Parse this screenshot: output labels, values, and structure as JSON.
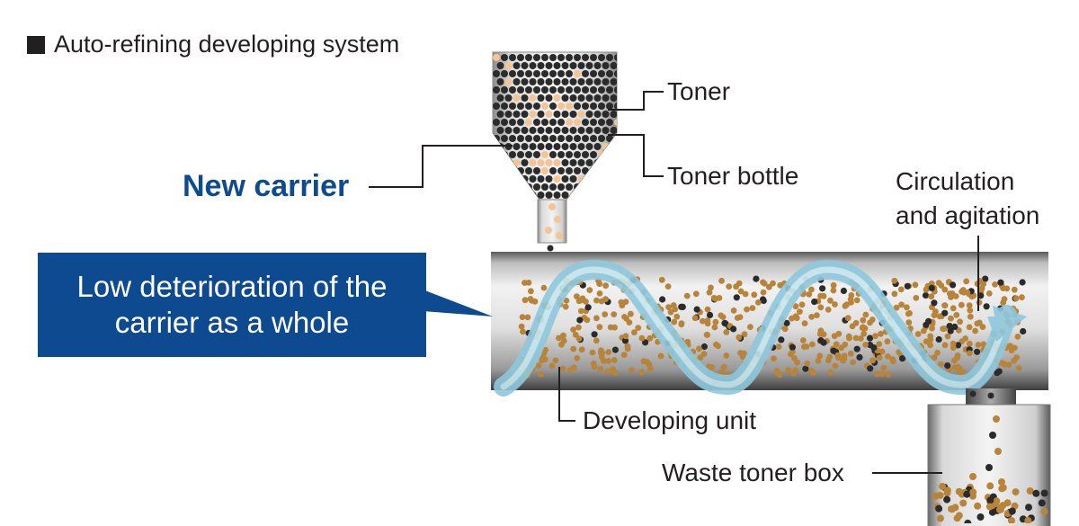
{
  "title": "Auto-refining developing system",
  "labels": {
    "toner": "Toner",
    "toner_bottle": "Toner bottle",
    "new_carrier": "New carrier",
    "circulation_line1": "Circulation",
    "circulation_line2": "and agitation",
    "developing_unit": "Developing unit",
    "waste_toner_box": "Waste toner box"
  },
  "callout": {
    "line1": "Low deterioration of the",
    "line2": "carrier as a whole"
  },
  "colors": {
    "brand_blue": "#0d4a8f",
    "carrier_particle": "#b8843a",
    "toner_particle": "#2b2b2b",
    "new_carrier_particle": "#f3c594",
    "flow_arrow": "#8ec8dc"
  }
}
